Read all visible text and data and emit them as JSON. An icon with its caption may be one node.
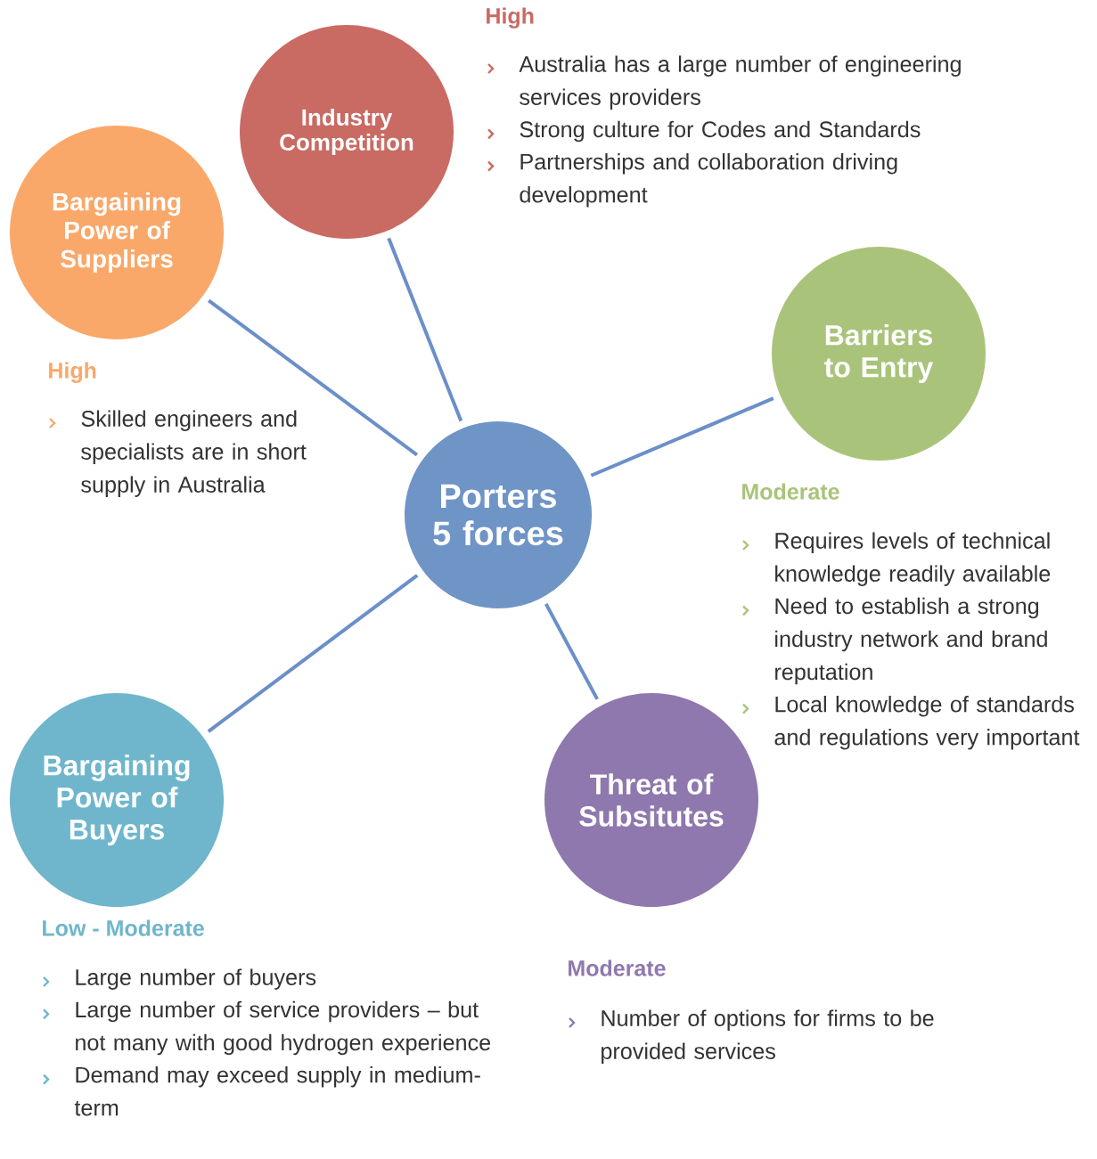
{
  "diagram": {
    "nodes": [
      {
        "text": [
          "Porters 5 forces"
        ]
      },
      {
        "text": [
          "Industry Competition"
        ],
        "beside": [
          "High",
          "Australia has a large number of engineering services providers",
          "Strong culture for Codes and Standards",
          "Partnerships and collaboration driving development"
        ]
      },
      {
        "text": [
          "Bargaining Power of Suppliers"
        ],
        "beside": [
          "High",
          "Skilled engineers and specialists are in short supply in Australia"
        ]
      },
      {
        "text": [
          "Barriers to Entry"
        ],
        "beside": [
          "Moderate",
          "Requires levels of technical knowledge readily available",
          "Need to establish a strong industry network and brand reputation",
          "Local knowledge of standards and regulations very important"
        ]
      },
      {
        "text": [
          "Bargaining Power of Buyers"
        ],
        "beside": [
          "Low - Moderate",
          "Large number of buyers",
          "Large number of service providers – but not many with good hydrogen experience",
          "Demand may exceed supply in medium-term"
        ]
      },
      {
        "text": [
          "Threat of Subsitutes"
        ],
        "beside": [
          "Moderate",
          "Number of options for firms to be provided services"
        ]
      }
    ],
    "edges": [
      {
        "from": 0,
        "to": 1,
        "arrow": "none"
      },
      {
        "from": 0,
        "to": 2,
        "arrow": "none"
      },
      {
        "from": 0,
        "to": 3,
        "arrow": "none"
      },
      {
        "from": 0,
        "to": 4,
        "arrow": "none"
      },
      {
        "from": 0,
        "to": 5,
        "arrow": "none"
      }
    ]
  }
}
